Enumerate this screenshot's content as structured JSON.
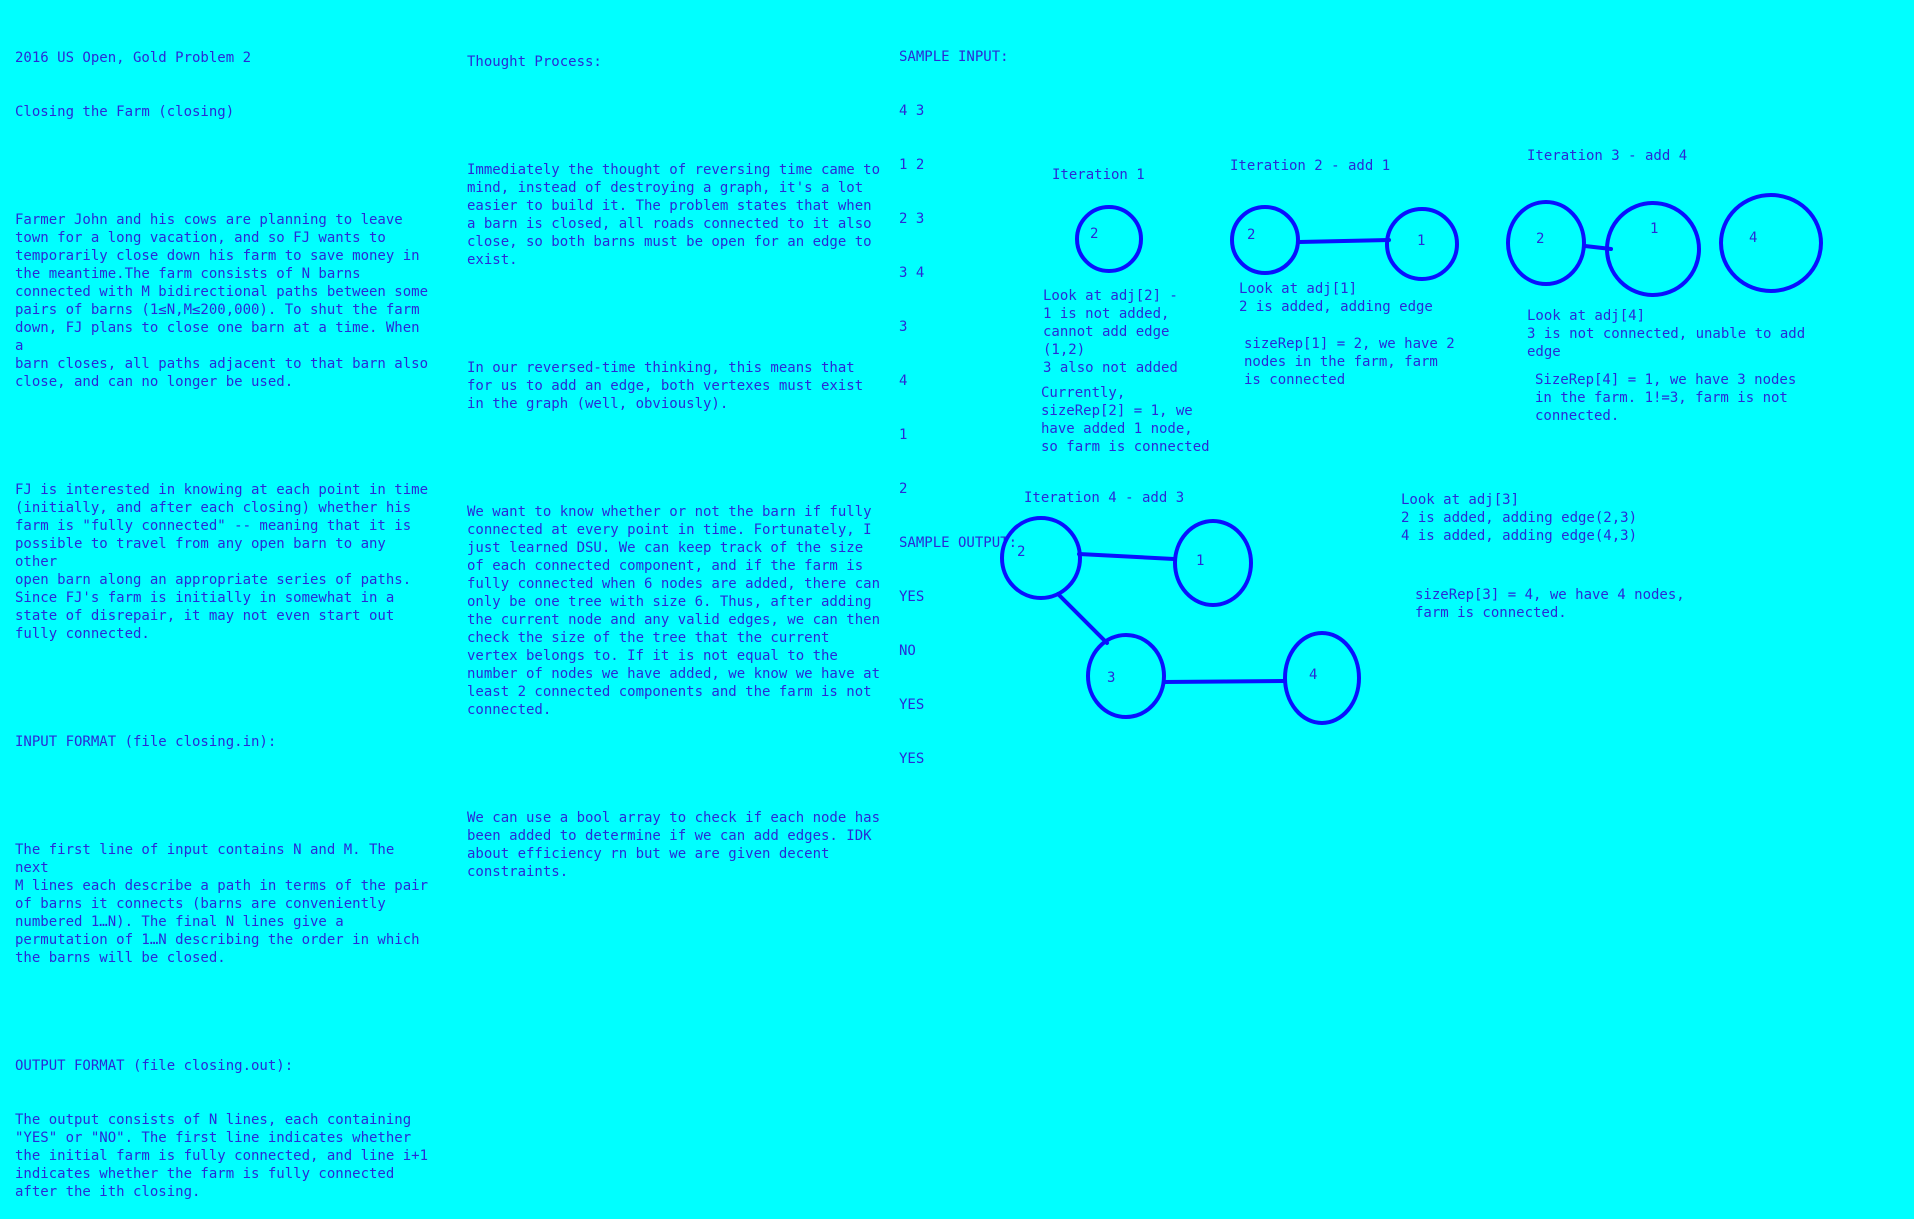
{
  "problem": {
    "title": "2016 US Open, Gold Problem 2",
    "subtitle": "Closing the Farm (closing)",
    "paragraphs": [
      "Farmer John and his cows are planning to leave\ntown for a long vacation, and so FJ wants to\ntemporarily close down his farm to save money in\nthe meantime.The farm consists of N barns\nconnected with M bidirectional paths between some\npairs of barns (1≤N,M≤200,000). To shut the farm\ndown, FJ plans to close one barn at a time. When a\nbarn closes, all paths adjacent to that barn also\nclose, and can no longer be used.",
      "FJ is interested in knowing at each point in time\n(initially, and after each closing) whether his\nfarm is \"fully connected\" -- meaning that it is\npossible to travel from any open barn to any other\nopen barn along an appropriate series of paths.\nSince FJ's farm is initially in somewhat in a\nstate of disrepair, it may not even start out\nfully connected.",
      "INPUT FORMAT (file closing.in):",
      "The first line of input contains N and M. The next\nM lines each describe a path in terms of the pair\nof barns it connects (barns are conveniently\nnumbered 1…N). The final N lines give a\npermutation of 1…N describing the order in which\nthe barns will be closed."
    ],
    "output_heading": "OUTPUT FORMAT (file closing.out):",
    "output_text": "The output consists of N lines, each containing\n\"YES\" or \"NO\". The first line indicates whether\nthe initial farm is fully connected, and line i+1\nindicates whether the farm is fully connected\nafter the ith closing."
  },
  "thought": {
    "heading": "Thought Process:",
    "paragraphs": [
      "Immediately the thought of reversing time came to\nmind, instead of destroying a graph, it's a lot\neasier to build it. The problem states that when\na barn is closed, all roads connected to it also\nclose, so both barns must be open for an edge to\nexist.",
      "In our reversed-time thinking, this means that\nfor us to add an edge, both vertexes must exist\nin the graph (well, obviously).",
      "We want to know whether or not the barn if fully\nconnected at every point in time. Fortunately, I\njust learned DSU. We can keep track of the size\nof each connected component, and if the farm is\nfully connected when 6 nodes are added, there can\nonly be one tree with size 6. Thus, after adding\nthe current node and any valid edges, we can then\ncheck the size of the tree that the current\nvertex belongs to. If it is not equal to the\nnumber of nodes we have added, we know we have at\nleast 2 connected components and the farm is not\nconnected.",
      "We can use a bool array to check if each node has\nbeen added to determine if we can add edges. IDK\nabout efficiency rn but we are given decent\nconstraints."
    ]
  },
  "sample": {
    "input_label": "SAMPLE INPUT:",
    "input_lines": [
      "4 3",
      "1 2",
      "2 3",
      "3 4",
      "3",
      "4",
      "1",
      "2"
    ],
    "output_label": "SAMPLE OUTPUT:",
    "output_lines": [
      "YES",
      "NO",
      "YES",
      "YES"
    ]
  },
  "iterations": {
    "it1": {
      "title": "Iteration 1",
      "nodes": [
        "2"
      ],
      "note1": "Look at adj[2] -\n1 is not added,\ncannot add edge\n(1,2)\n3 also not added",
      "note2": "Currently,\nsizeRep[2] = 1, we\nhave added 1 node,\nso farm is connected"
    },
    "it2": {
      "title": "Iteration 2 - add 1",
      "nodes": [
        "2",
        "1"
      ],
      "note1": "Look at adj[1]\n2 is added, adding edge",
      "note2": "sizeRep[1] = 2, we have 2\nnodes in the farm, farm\nis connected"
    },
    "it3": {
      "title": "Iteration 3 - add 4",
      "nodes": [
        "2",
        "1",
        "4"
      ],
      "note1": "Look at adj[4]\n3 is not connected, unable to add\nedge",
      "note2": "SizeRep[4] = 1, we have 3 nodes\nin the farm. 1!=3, farm is not\nconnected."
    },
    "it4": {
      "title": "Iteration 4 - add 3",
      "nodes": [
        "2",
        "1",
        "3",
        "4"
      ],
      "note1": "Look at adj[3]\n2 is added, adding edge(2,3)\n4 is added, adding edge(4,3)",
      "note2": "sizeRep[3] = 4, we have 4 nodes,\nfarm is connected."
    }
  },
  "colors": {
    "background": "#00ffff",
    "ink": "#2a2ad6",
    "stroke": "#0a10ff"
  }
}
